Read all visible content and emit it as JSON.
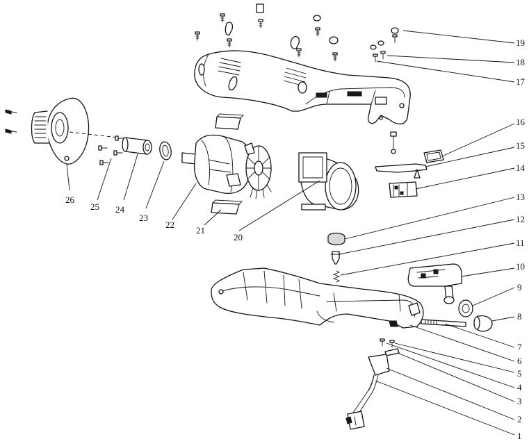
{
  "diagram": {
    "parts": [
      {
        "number": "1"
      },
      {
        "number": "2"
      },
      {
        "number": "3"
      },
      {
        "number": "4"
      },
      {
        "number": "5"
      },
      {
        "number": "6"
      },
      {
        "number": "7"
      },
      {
        "number": "8"
      },
      {
        "number": "9"
      },
      {
        "number": "10"
      },
      {
        "number": "11"
      },
      {
        "number": "12"
      },
      {
        "number": "13"
      },
      {
        "number": "14"
      },
      {
        "number": "15"
      },
      {
        "number": "16"
      },
      {
        "number": "17"
      },
      {
        "number": "18"
      },
      {
        "number": "19"
      },
      {
        "number": "20"
      },
      {
        "number": "21"
      },
      {
        "number": "22"
      },
      {
        "number": "23"
      },
      {
        "number": "24"
      },
      {
        "number": "25"
      },
      {
        "number": "26"
      }
    ]
  },
  "colors": {
    "line": "#111111",
    "background": "#ffffff"
  }
}
